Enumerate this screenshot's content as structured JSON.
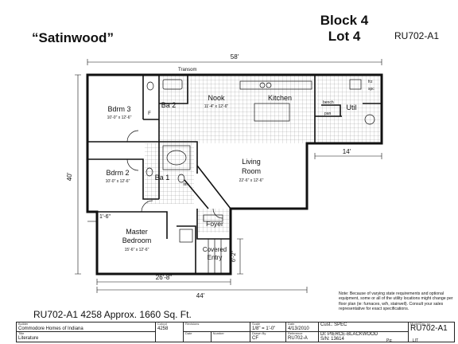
{
  "header": {
    "plan_name": "“Satinwood”",
    "block": "Block 4",
    "lot": "Lot 4",
    "plan_code": "RU702-A1"
  },
  "dimensions": {
    "overall_width": "58'",
    "overall_depth": "40'",
    "bump_width": "14'",
    "bottom_width": "44'",
    "master_width": "26'-8\"",
    "offset": "1'-6\"",
    "entry_depth": "6'-2\""
  },
  "rooms": {
    "transom": "Transom",
    "bdrm3": {
      "name": "Bdrm 3",
      "size": "10'-0\" x 12'-6\""
    },
    "ba2": {
      "name": "Ba 2"
    },
    "nook": {
      "name": "Nook",
      "size": "11'-4\" x 12'-6\""
    },
    "kitchen": {
      "name": "Kitchen"
    },
    "util": {
      "name": "Util"
    },
    "bench": "bench",
    "pan": "pan",
    "frz": "frz",
    "spc": "spc",
    "f": "F",
    "bdrm2": {
      "name": "Bdrm 2",
      "size": "10'-0\" x 12'-6\""
    },
    "ba1": {
      "name": "Ba 1"
    },
    "lin": "lin",
    "living": {
      "name1": "Living",
      "name2": "Room",
      "size": "22'-6\" x 12'-6\""
    },
    "master": {
      "name1": "Master",
      "name2": "Bedroom",
      "size": "15'-6\" x 12'-6\""
    },
    "foyer": "Foyer",
    "covered_entry": {
      "l1": "Covered",
      "l2": "Entry"
    }
  },
  "summary": "RU702-A1 4258  Approx. 1660 Sq. Ft.",
  "note": "Note:  Because of varying state requirements and optional equipment, some or all of the utility locations might change per floor plan (ie: furnaces, w/h, stairwell). Consult your sales representative for exact specifications.",
  "title_block": {
    "builder_label": "Builder",
    "builder": "Commodore Homes of Indiana",
    "title_label": "Title",
    "title": "Literature",
    "cutout_label": "Cutout",
    "cutout": "4258",
    "revisions_label": "Revisions",
    "date_label": "Date",
    "number_label": "Number",
    "scale_label": "Scale",
    "scale": "1/8\" = 1'-0\"",
    "drawn_label": "Drawn By",
    "drawn": "CF",
    "rdate_label": "Date",
    "rdate": "4/13/2010",
    "ref_label": "Reference",
    "ref": "RU702-A",
    "cust_label": "Cust.:",
    "cust": "SPEC",
    "dl_label": "Dl:",
    "dl": "PIERCE-BLACKWOOD",
    "sn_label": "S/N:",
    "sn": "13614",
    "model_label": "Model/Drg. no.",
    "model": "RU702-A1",
    "pg_label": "Pg:",
    "pg": "LIT"
  }
}
